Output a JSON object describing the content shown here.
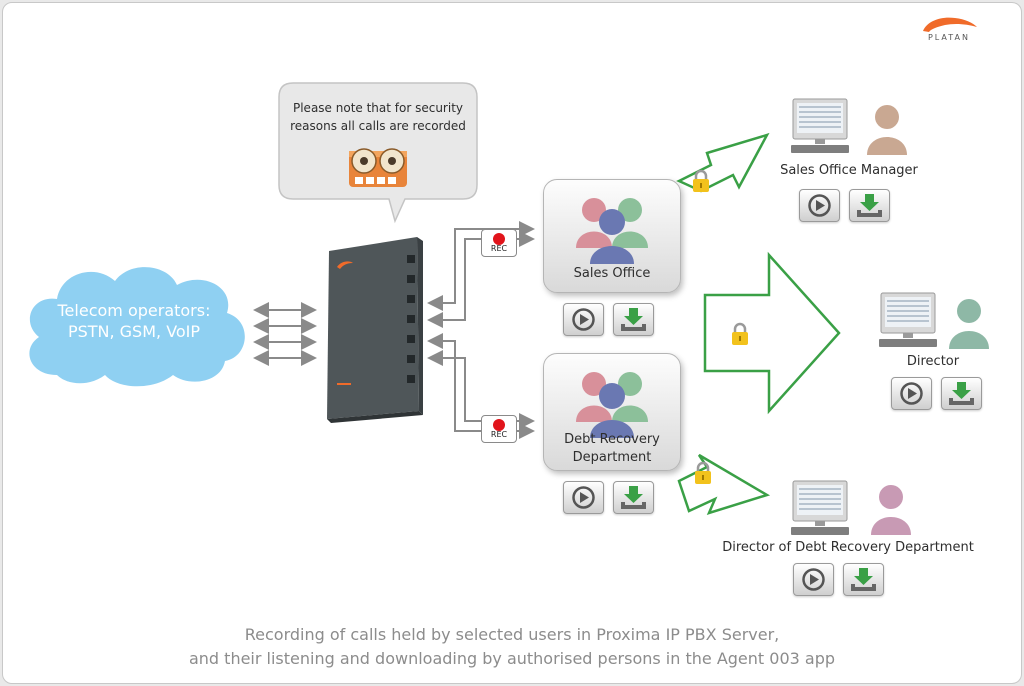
{
  "brand": {
    "logo_text": "PLATAN",
    "logo_color": "#f06b2a"
  },
  "cloud": {
    "line1": "Telecom operators:",
    "line2": "PSTN, GSM, VoIP",
    "color": "#8fd0f2"
  },
  "speech_bubble": {
    "line1": "Please note that for security",
    "line2": "reasons all calls are recorded"
  },
  "rec_label": "REC",
  "groups": {
    "sales_office": "Sales Office",
    "debt_line1": "Debt Recovery",
    "debt_line2": "Department"
  },
  "recipients": {
    "sales_manager": "Sales Office Manager",
    "director": "Director",
    "debt_director": "Director of Debt Recovery Department"
  },
  "caption": {
    "line1": "Recording of calls held by selected users in Proxima IP PBX Server,",
    "line2": "and their listening and downloading by authorised persons in the Agent 003 app"
  },
  "colors": {
    "arrow_green": "#3aa046",
    "rec_red": "#e1141b",
    "caption_gray": "#8c8c8c"
  },
  "icons": [
    "play-icon",
    "download-icon",
    "lock-icon",
    "computer-icon",
    "person-icon",
    "tape-recorder-icon",
    "server-icon"
  ]
}
